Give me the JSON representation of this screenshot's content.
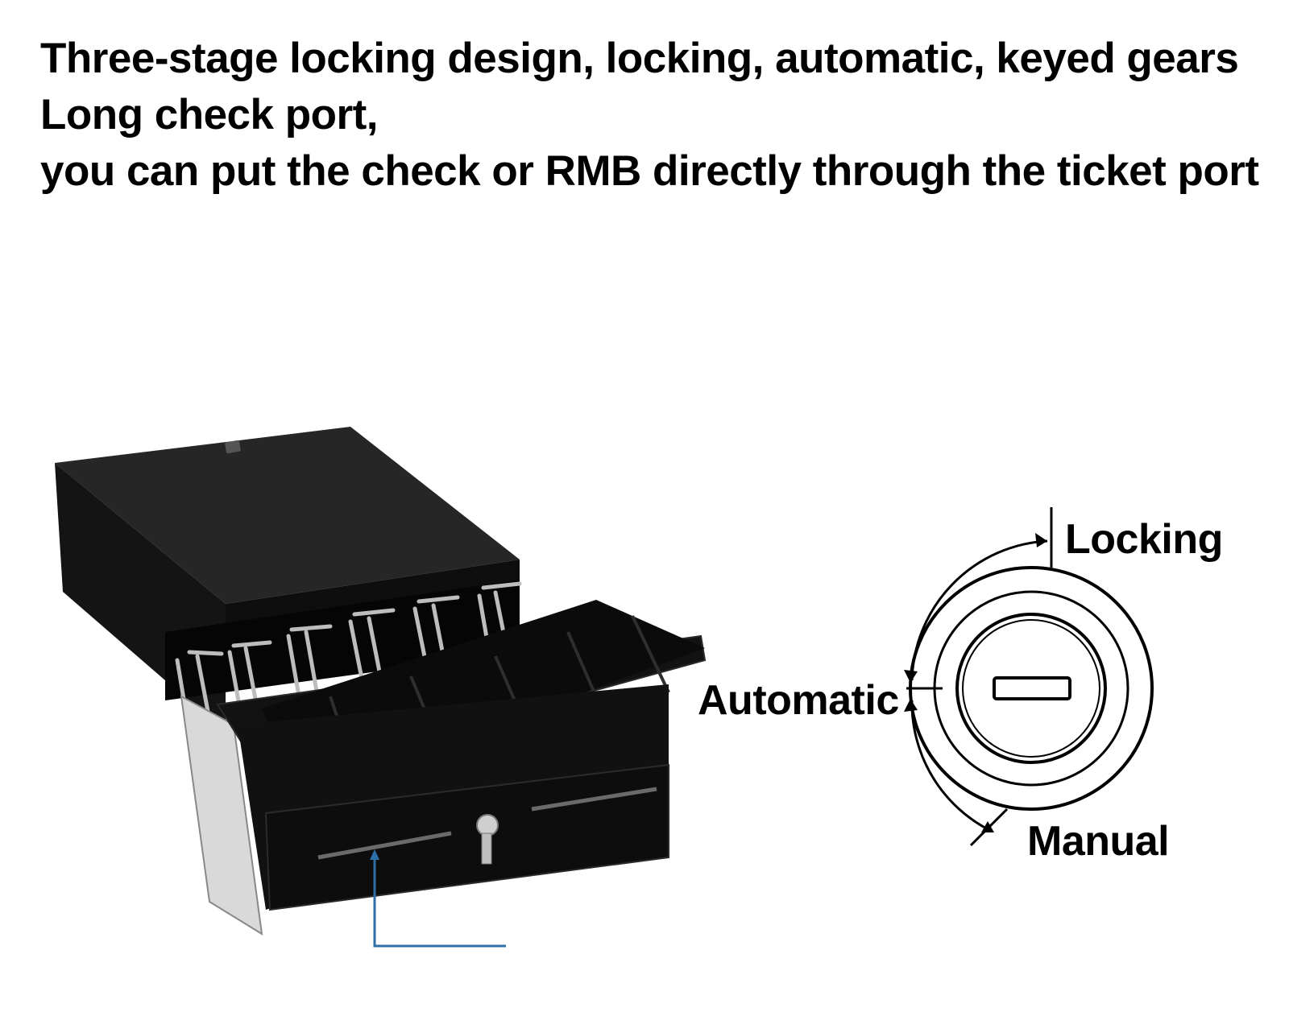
{
  "headline": {
    "line1": "Three-stage locking design, locking, automatic, keyed gears",
    "line2": "Long check port,",
    "line3": "you can put the check or RMB directly through the ticket port"
  },
  "lock_diagram": {
    "label_locking": "Locking",
    "label_automatic": "Automatic",
    "label_manual": "Manual"
  },
  "colors": {
    "drawer_body": "#1a1a1a",
    "callout_line": "#2f6fa8",
    "text": "#000000"
  },
  "icons": {
    "drawer": "cash-drawer-image",
    "lock": "key-lock-icon"
  }
}
